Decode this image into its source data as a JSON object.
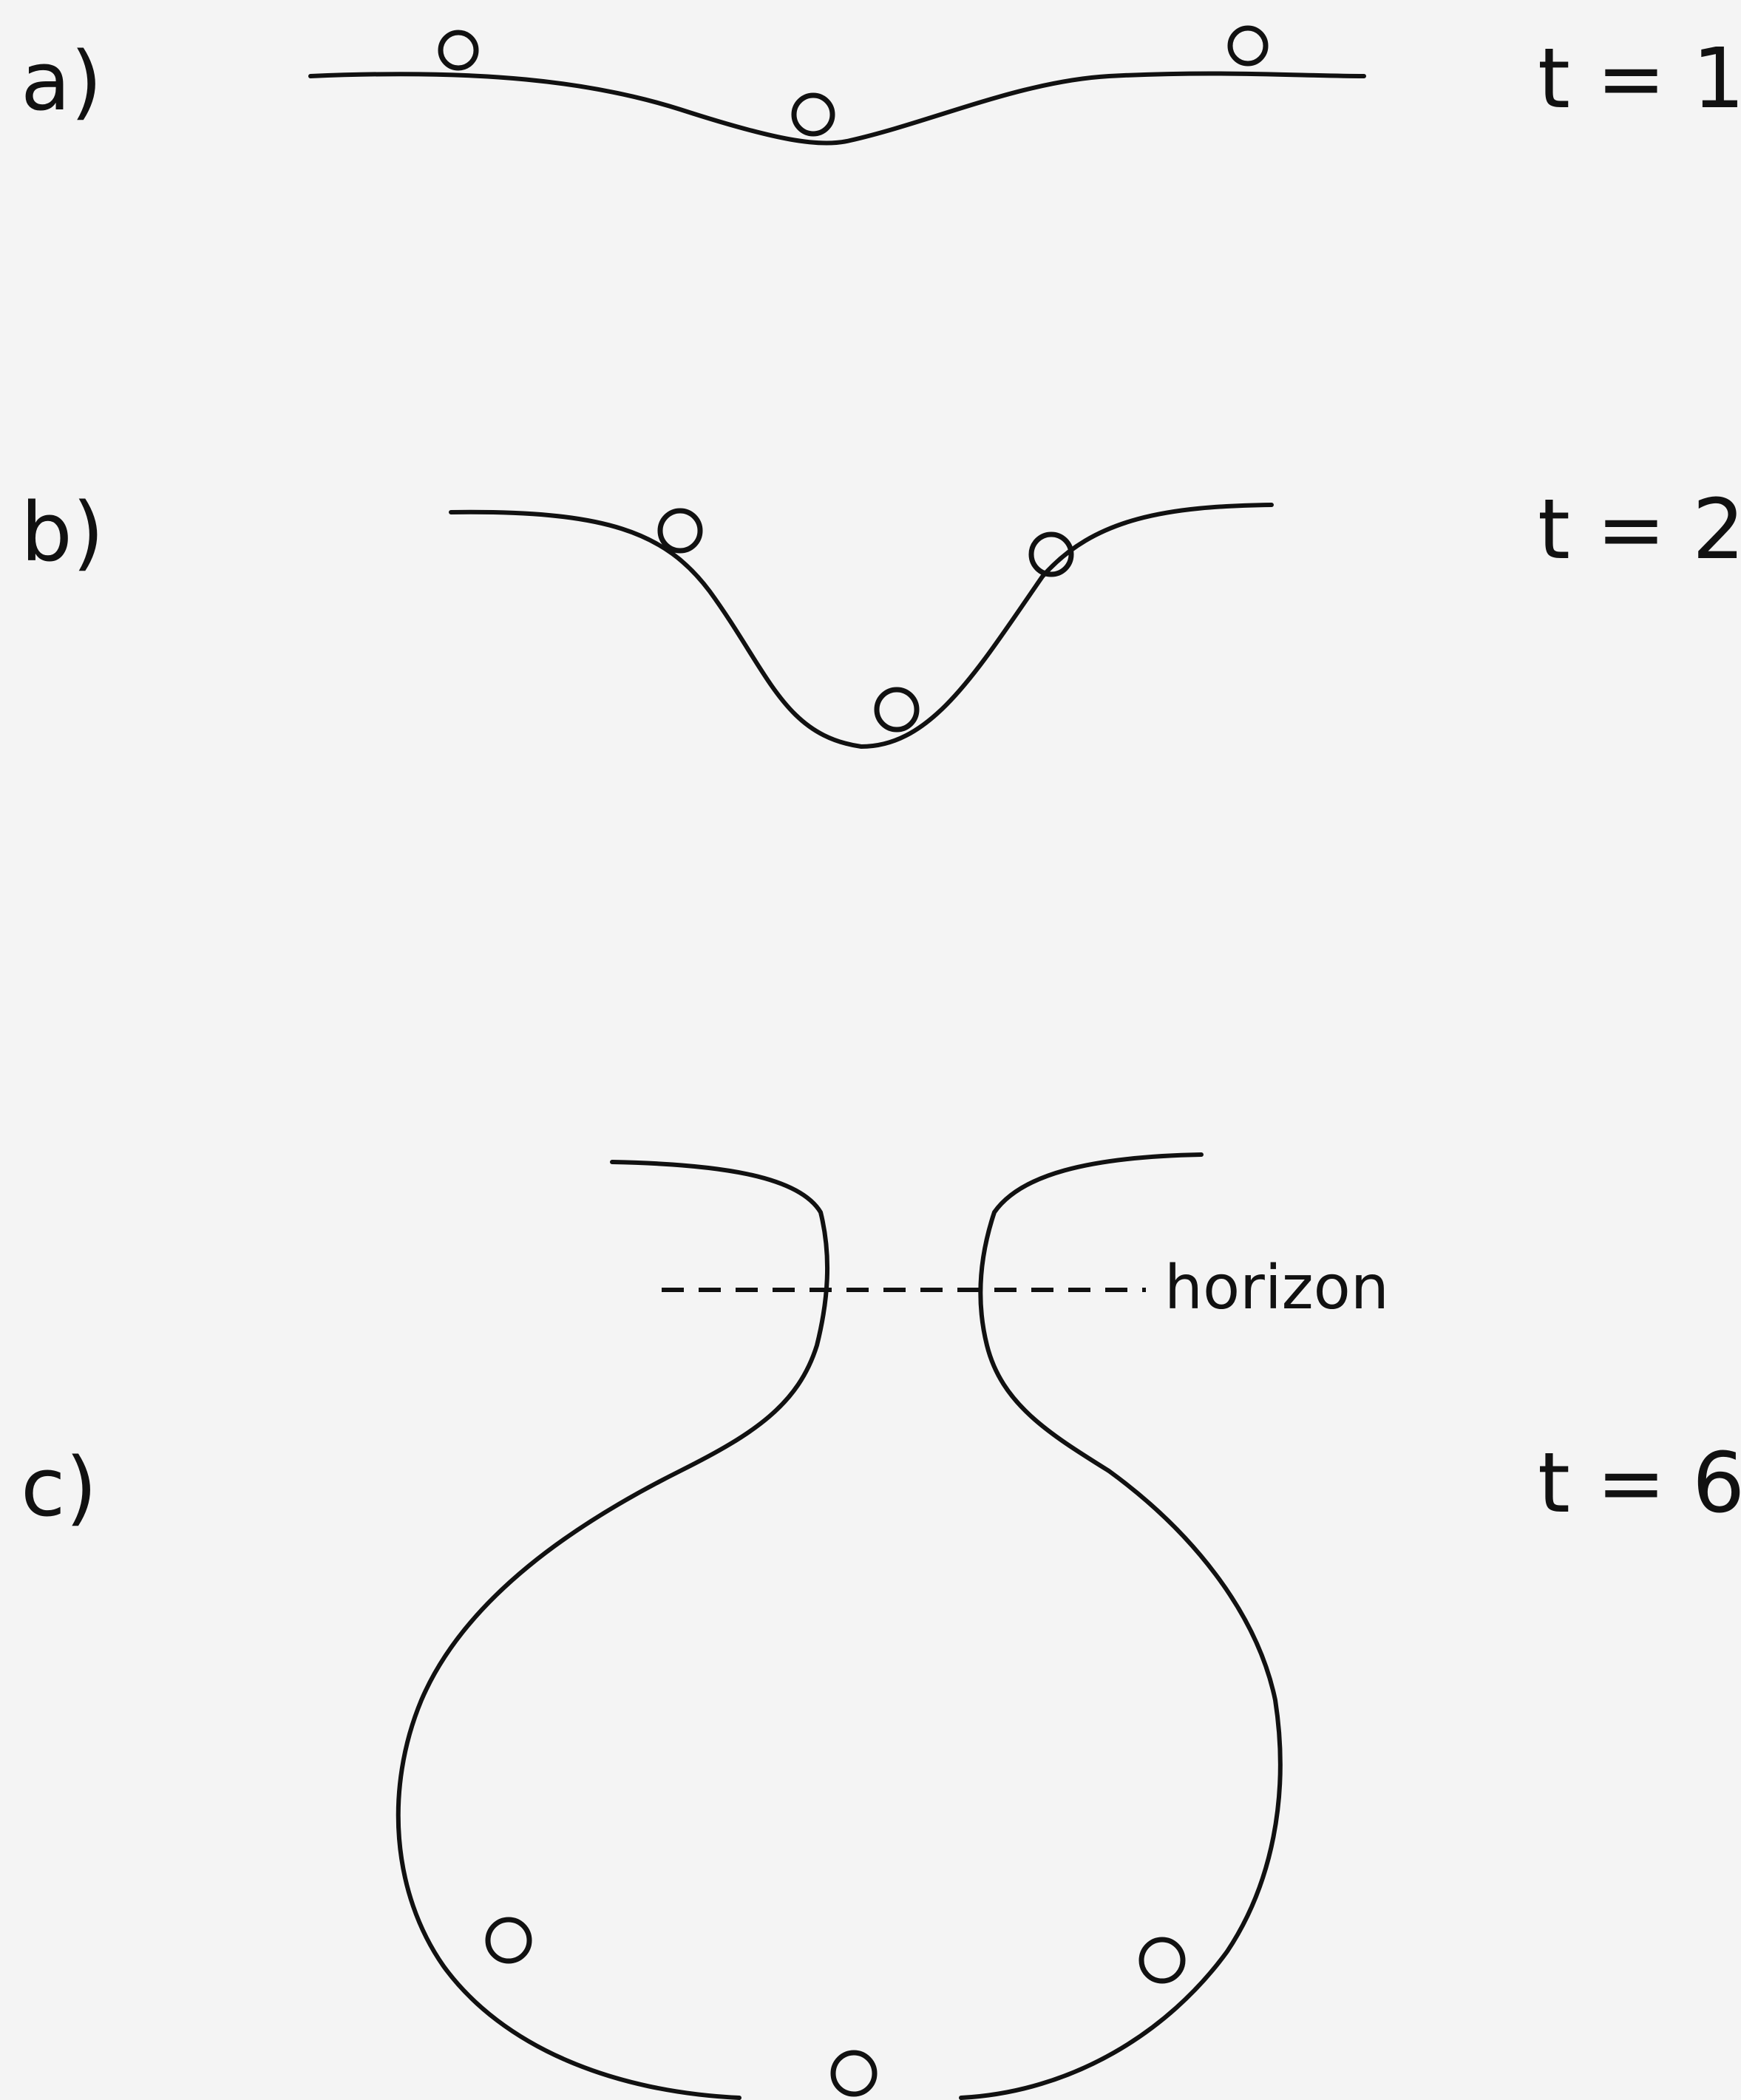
{
  "panels": [
    {
      "label": "a)",
      "time": "t = 1"
    },
    {
      "label": "b)",
      "time": "t = 2"
    },
    {
      "label": "c)",
      "time": "t = 6"
    }
  ],
  "horizon_label": "horizon",
  "colors": {
    "ink": "#111111",
    "paper": "#f4f4f4"
  }
}
